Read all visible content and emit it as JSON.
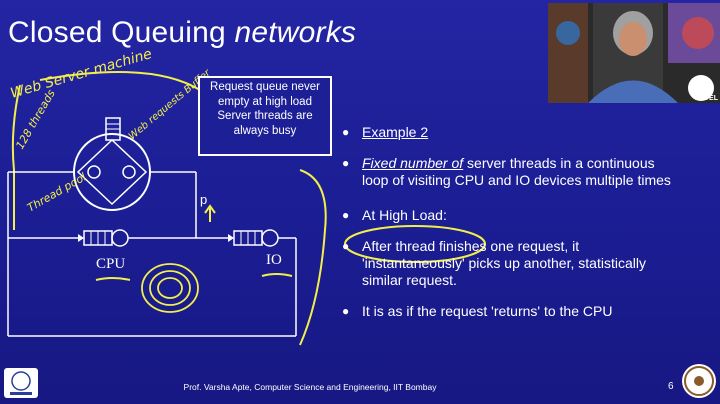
{
  "slide": {
    "title_plain": "Closed Queuing ",
    "title_italic": "networks",
    "callout_text": "Request queue never empty at high load Server threads are always busy",
    "bullets": [
      {
        "lead": "Example 2",
        "rest": ""
      },
      {
        "lead": "Fixed number of",
        "rest": " server threads in a continuous loop of visiting CPU and IO devices multiple times"
      },
      {
        "lead": "At High Load:",
        "rest": ""
      },
      {
        "lead": "After thread finishes one request, it 'instantaneously' picks up another, statistically similar request.",
        "rest": ""
      },
      {
        "lead": "It is as if the request 'returns' to the CPU",
        "rest": ""
      }
    ],
    "diagram_labels": {
      "cpu": "CPU",
      "io": "IO",
      "p": "p"
    },
    "annotations": {
      "web_server_machine": "Web Server machine",
      "threads_128": "128 threads",
      "web_requests_buffer": "Web requests Buffer",
      "thread_pool": "Thread pool"
    },
    "footer": "Prof. Varsha Apte, Computer Science and Engineering, IIT Bombay",
    "page_number": "6",
    "logo_label": "NPTEL"
  }
}
